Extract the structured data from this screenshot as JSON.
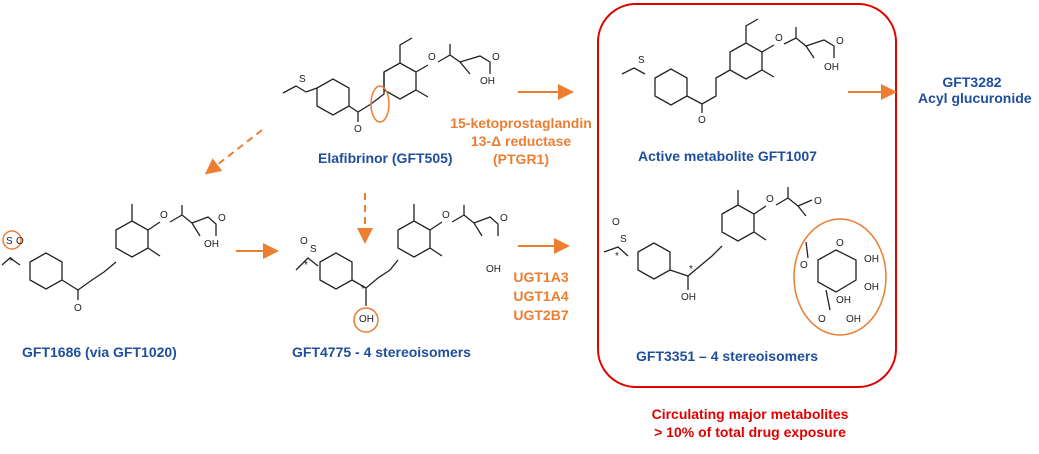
{
  "compounds": {
    "elafibrinor": "Elafibrinor (GFT505)",
    "gft1007": "Active metabolite GFT1007",
    "gft1686": "GFT1686 (via GFT1020)",
    "gft4775": "GFT4775 - 4 stereoisomers",
    "gft3351": "GFT3351 – 4 stereoisomers",
    "gft3282_line1": "GFT3282",
    "gft3282_line2": "Acyl glucuronide"
  },
  "enzymes": {
    "ptgr1_line1": "15-ketoprostaglandin",
    "ptgr1_line2": "13-Δ reductase",
    "ptgr1_line3": "(PTGR1)",
    "ugt_1": "UGT1A3",
    "ugt_2": "UGT1A4",
    "ugt_3": "UGT2B7"
  },
  "note": {
    "line1": "Circulating major metabolites",
    "line2": "> 10% of total drug exposure"
  },
  "atoms": {
    "S": "S",
    "O": "O",
    "OH": "OH",
    "star": "*"
  },
  "colors": {
    "blue_label": "#1f4e9c",
    "orange_accent": "#ed7d31",
    "red_box": "#e00000"
  }
}
